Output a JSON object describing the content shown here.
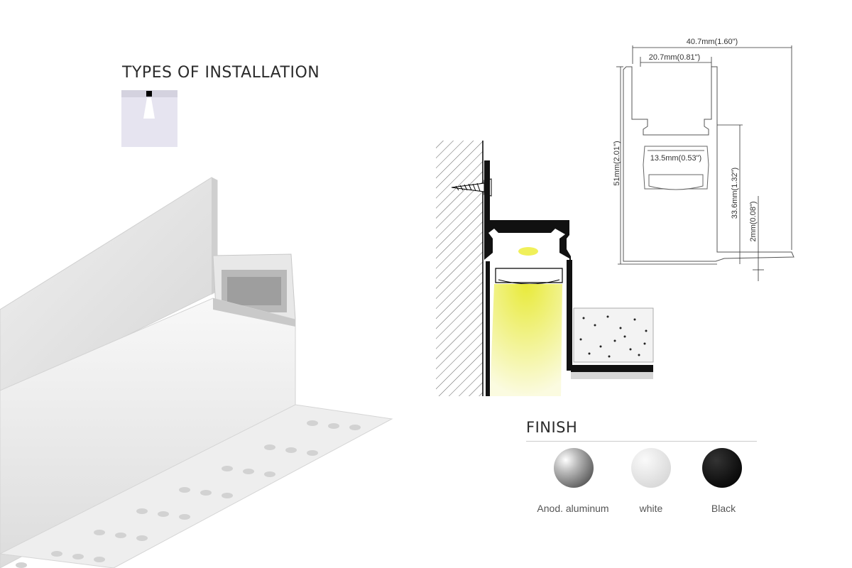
{
  "installation": {
    "title": "TYPES OF INSTALLATION",
    "icon": "recessed-ceiling-install-icon"
  },
  "dimensions": {
    "overall_width": "40.7mm(1.60\")",
    "inner_width": "20.7mm(0.81\")",
    "lens_width": "13.5mm(0.53\")",
    "total_height": "51mm(2.01\")",
    "body_height": "33.6mm(1.32\")",
    "flange_thickness": "2mm(0.08\")"
  },
  "finish": {
    "title": "FINISH",
    "options": [
      {
        "label": "Anod. aluminum",
        "color": "#a9a9a9"
      },
      {
        "label": "white",
        "color": "#e4e4e4"
      },
      {
        "label": "Black",
        "color": "#111111"
      }
    ]
  },
  "colors": {
    "led_light": "#f2f28a",
    "profile_white": "#ececec",
    "outline": "#1a1a1a"
  }
}
